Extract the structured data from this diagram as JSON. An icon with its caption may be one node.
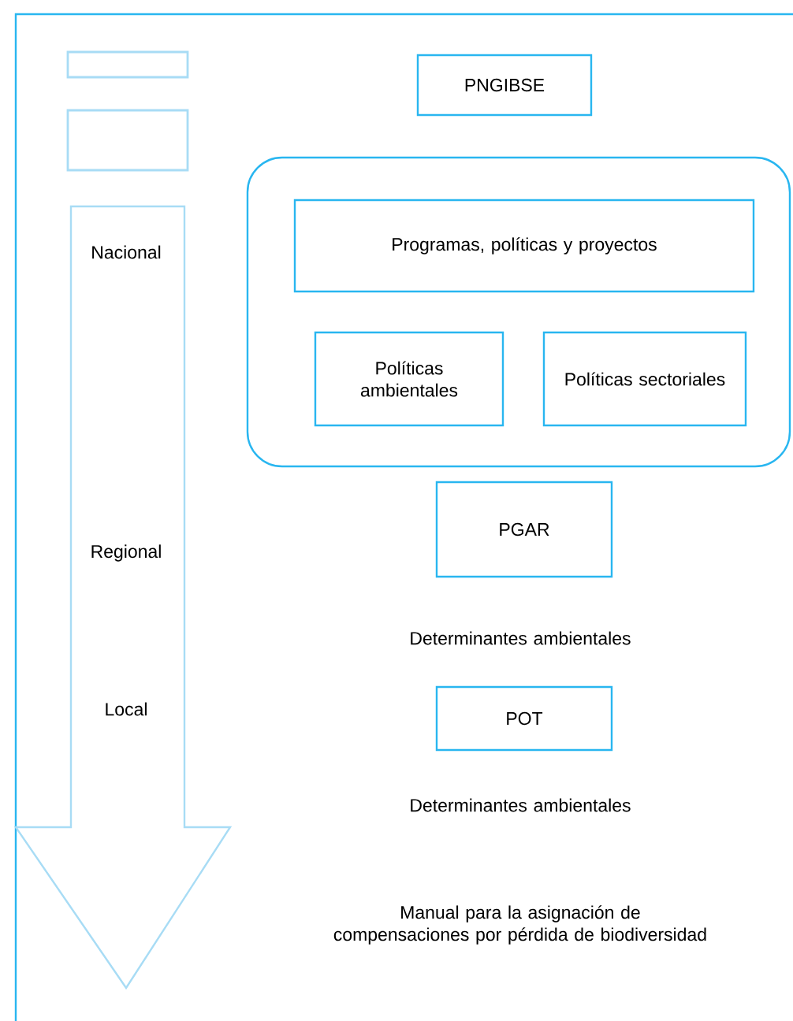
{
  "diagram": {
    "nodes": [
      {
        "text": [],
        "shape": "box"
      },
      {
        "text": [],
        "shape": "box"
      },
      {
        "text": [
          "PNGIBSE"
        ]
      },
      {
        "text": [],
        "shape": "box"
      },
      {
        "text": [
          "Programas, políticas y proyectos"
        ],
        "in": 3
      },
      {
        "text": [
          "Políticas ambientales"
        ],
        "in": 3
      },
      {
        "text": [
          "Políticas sectoriales"
        ],
        "in": 3
      },
      {
        "text": [
          "PGAR"
        ]
      },
      {
        "text": [
          "POT"
        ]
      }
    ],
    "labels": [
      "Nacional",
      "Regional",
      "Local",
      "Determinantes ambientales",
      "Determinantes ambientales",
      "Manual para la asignación de compensaciones por pérdida de biodiversidad"
    ]
  }
}
